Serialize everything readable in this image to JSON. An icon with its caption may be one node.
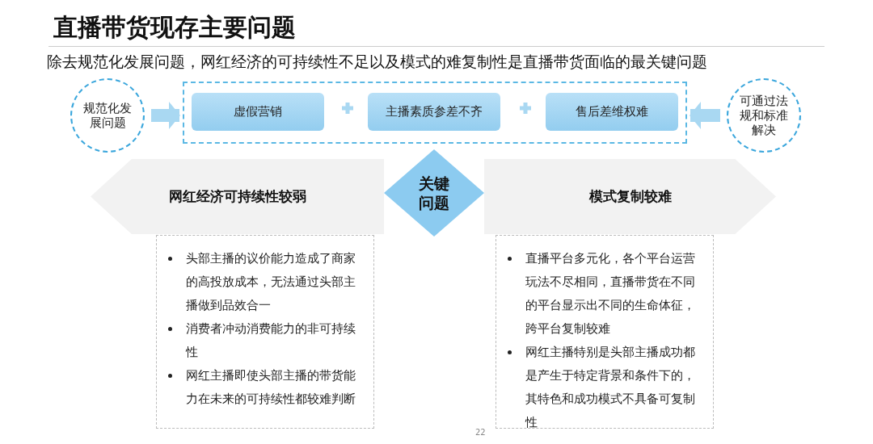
{
  "diagram": {
    "title": "直播带货现存主要问题",
    "nodes": [
      {
        "text": [
          "规范化发展问题"
        ]
      },
      {
        "text": [],
        "shape": "box"
      },
      {
        "text": [
          "虚假营销"
        ],
        "in": 1
      },
      {
        "text": [
          "主播素质参差不齐"
        ],
        "in": 1
      },
      {
        "text": [
          "售后差维权难"
        ],
        "in": 1
      },
      {
        "text": [
          "可通过法规和标准解决"
        ]
      },
      {
        "text": [
          "网红经济可持续性较弱"
        ]
      },
      {
        "text": [
          "关键问题"
        ]
      },
      {
        "text": [
          "模式复制较难"
        ]
      },
      {
        "text": [
          "头部主播的议价能力造成了商家的高投放成本，无法通过头部主播做到品效合一",
          "消费者冲动消费能力的非可持续性",
          "网红主播即使头部主播的带货能力在未来的可持续性都较难判断"
        ]
      },
      {
        "text": [
          "直播平台多元化，各个平台运营玩法不尽相同，直播带货在不同的平台显示出不同的生命体征，跨平台复制较难",
          "网红主播特别是头部主播成功都是产生于特定背景和条件下的，其特色和成功模式不具备可复制性"
        ]
      }
    ],
    "edges": [
      {
        "from": 0,
        "to": 1,
        "arrow": "to"
      },
      {
        "from": 5,
        "to": 1,
        "arrow": "to"
      }
    ],
    "labels": [
      "除去规范化发展问题，网红经济的可持续性不足以及模式的难复制性是直播带货面临的最关键问题",
      "22"
    ]
  }
}
